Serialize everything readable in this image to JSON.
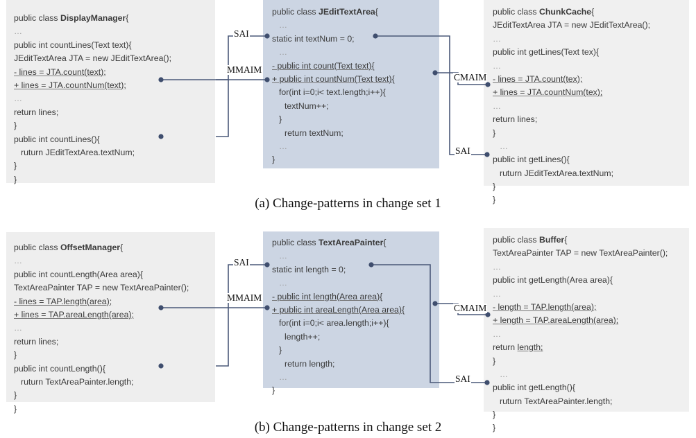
{
  "figures": [
    {
      "id": "change-set-1",
      "caption": "(a) Change-patterns in change set 1",
      "panels": {
        "left": {
          "class_name": "DisplayManager",
          "lines": [
            {
              "t": "public class ",
              "b": "DisplayManager",
              "t2": "{",
              "style": "plain"
            },
            {
              "t": "…",
              "style": "dots"
            },
            {
              "t": "public int countLines(Text text){",
              "style": "plain"
            },
            {
              "t": "JEditTextArea JTA = new JEditTextArea();",
              "style": "plain"
            },
            {
              "t": "- lines = JTA.count(text);",
              "style": "under"
            },
            {
              "t": "+ lines = JTA.countNum(text);",
              "style": "under"
            },
            {
              "t": "…",
              "style": "dots"
            },
            {
              "t": "return lines;",
              "style": "plain"
            },
            {
              "t": "}",
              "style": "plain"
            },
            {
              "t": "public int countLines(){",
              "style": "plain"
            },
            {
              "t": "ruturn JEditTextArea.textNum;",
              "style": "indent1"
            },
            {
              "t": "}",
              "style": "plain"
            },
            {
              "t": "}",
              "style": "plain"
            }
          ]
        },
        "mid": {
          "class_name": "JEditTextArea",
          "lines": [
            {
              "t": "public class ",
              "b": "JEditTextArea",
              "t2": "{",
              "style": "plain"
            },
            {
              "t": "…",
              "style": "dots-indent"
            },
            {
              "t": "static int textNum = 0;",
              "style": "plain"
            },
            {
              "t": "…",
              "style": "dots-indent"
            },
            {
              "t": "- public int count(Text text){",
              "style": "under"
            },
            {
              "t": "+ public int countNum(Text text){",
              "style": "under"
            },
            {
              "t": "for(int i=0;i< text.length;i++){",
              "style": "indent1"
            },
            {
              "t": "textNum++;",
              "style": "indent2"
            },
            {
              "t": "}",
              "style": "indent1"
            },
            {
              "t": "return textNum;",
              "style": "indent2"
            },
            {
              "t": "…",
              "style": "dots-indent"
            },
            {
              "t": "}",
              "style": "plain"
            }
          ]
        },
        "right": {
          "class_name": "ChunkCache",
          "lines": [
            {
              "t": "public class ",
              "b": "ChunkCache",
              "t2": "{",
              "style": "plain"
            },
            {
              "t": "JEditTextArea JTA = new JEditTextArea();",
              "style": "plain"
            },
            {
              "t": "…",
              "style": "dots"
            },
            {
              "t": "public int getLines(Text tex){",
              "style": "plain"
            },
            {
              "t": "…",
              "style": "dots"
            },
            {
              "t": "- lines = JTA.count(tex);",
              "style": "under"
            },
            {
              "t": "+ lines = JTA.countNum(tex);",
              "style": "under"
            },
            {
              "t": "…",
              "style": "dots"
            },
            {
              "t": "return lines;",
              "style": "plain"
            },
            {
              "t": "}",
              "style": "plain"
            },
            {
              "t": "…",
              "style": "dots-indent"
            },
            {
              "t": "public int getLines(){",
              "style": "plain"
            },
            {
              "t": "ruturn JEditTextArea.textNum;",
              "style": "indent1"
            },
            {
              "t": "}",
              "style": "plain"
            },
            {
              "t": "}",
              "style": "plain"
            }
          ]
        }
      },
      "connector_labels": [
        {
          "name": "sai-left",
          "text": "SAI"
        },
        {
          "name": "mmaim-left",
          "text": "MMAIM"
        },
        {
          "name": "cmaim-right",
          "text": "CMAIM"
        },
        {
          "name": "sai-right",
          "text": "SAI"
        }
      ]
    },
    {
      "id": "change-set-2",
      "caption": "(b) Change-patterns in change set 2",
      "panels": {
        "left": {
          "class_name": "OffsetManager",
          "lines": [
            {
              "t": "public class ",
              "b": "OffsetManager",
              "t2": "{",
              "style": "plain"
            },
            {
              "t": "…",
              "style": "dots"
            },
            {
              "t": "public int countLength(Area area){",
              "style": "plain"
            },
            {
              "t": "TextAreaPainter TAP = new TextAreaPainter();",
              "style": "plain"
            },
            {
              "t": "- lines = TAP.length(area);",
              "style": "under"
            },
            {
              "t": "+ lines = TAP.areaLength(area);",
              "style": "under"
            },
            {
              "t": "…",
              "style": "dots"
            },
            {
              "t": "return lines;",
              "style": "plain"
            },
            {
              "t": "}",
              "style": "plain"
            },
            {
              "t": "public int countLength(){",
              "style": "plain"
            },
            {
              "t": "ruturn TextAreaPainter.length;",
              "style": "indent1"
            },
            {
              "t": "}",
              "style": "plain"
            },
            {
              "t": "}",
              "style": "plain"
            }
          ]
        },
        "mid": {
          "class_name": "TextAreaPainter",
          "lines": [
            {
              "t": "public class ",
              "b": "TextAreaPainter",
              "t2": "{",
              "style": "plain"
            },
            {
              "t": "…",
              "style": "dots-indent"
            },
            {
              "t": "static int length = 0;",
              "style": "plain"
            },
            {
              "t": "…",
              "style": "dots-indent"
            },
            {
              "t": "- public int length(Area area){",
              "style": "under"
            },
            {
              "t": "+ public int areaLength(Area area){",
              "style": "under"
            },
            {
              "t": "for(int i=0;i< area.length;i++){",
              "style": "indent1"
            },
            {
              "t": "length++;",
              "style": "indent2"
            },
            {
              "t": "}",
              "style": "indent1"
            },
            {
              "t": "return length;",
              "style": "indent2"
            },
            {
              "t": "…",
              "style": "dots-indent"
            },
            {
              "t": "}",
              "style": "plain"
            }
          ]
        },
        "right": {
          "class_name": "Buffer",
          "lines": [
            {
              "t": "public class ",
              "b": "Buffer",
              "t2": "{",
              "style": "plain"
            },
            {
              "t": "TextAreaPainter TAP = new TextAreaPainter();",
              "style": "plain"
            },
            {
              "t": "…",
              "style": "dots"
            },
            {
              "t": "public int getLength(Area area){",
              "style": "plain"
            },
            {
              "t": "…",
              "style": "dots"
            },
            {
              "t": "- length = TAP.length(area);",
              "style": "under"
            },
            {
              "t": "+ length = TAP.areaLength(area);",
              "style": "under"
            },
            {
              "t": "…",
              "style": "dots"
            },
            {
              "t": "return length;",
              "style": "partial-under"
            },
            {
              "t": "}",
              "style": "plain"
            },
            {
              "t": "…",
              "style": "dots-indent"
            },
            {
              "t": "public int getLength(){",
              "style": "plain"
            },
            {
              "t": "ruturn TextAreaPainter.length;",
              "style": "indent1"
            },
            {
              "t": "}",
              "style": "plain"
            },
            {
              "t": "}",
              "style": "plain"
            }
          ]
        }
      },
      "connector_labels": [
        {
          "name": "sai-left",
          "text": "SAI"
        },
        {
          "name": "mmaim-left",
          "text": "MMAIM"
        },
        {
          "name": "cmaim-right",
          "text": "CMAIM"
        },
        {
          "name": "sai-right",
          "text": "SAI"
        }
      ]
    }
  ],
  "colors": {
    "panel_left_bg": "#eeeeee",
    "panel_mid_bg": "#ccd5e3",
    "panel_right_bg": "#f0f0f0",
    "connector": "#4a5878",
    "code_text": "#3a3a3a",
    "caption_text": "#111111"
  }
}
